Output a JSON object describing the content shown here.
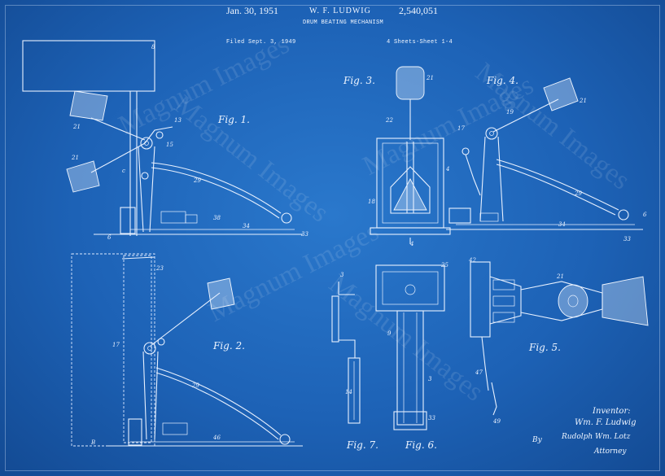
{
  "header": {
    "date": "Jan. 30, 1951",
    "inventor_name": "W. F. LUDWIG",
    "patent_number": "2,540,051",
    "title": "DRUM BEATING MECHANISM",
    "filed": "Filed Sept. 3, 1949",
    "sheets": "4 Sheets-Sheet 1-4"
  },
  "figures": {
    "fig1": "Fig. 1.",
    "fig2": "Fig. 2.",
    "fig3": "Fig. 3.",
    "fig4": "Fig. 4.",
    "fig5": "Fig. 5.",
    "fig6": "Fig. 6.",
    "fig7": "Fig. 7."
  },
  "signature": {
    "inventor_label": "Inventor:",
    "inventor": "Wm. F. Ludwig",
    "by": "By",
    "attorney_name": "Rudolph Wm. Lotz",
    "attorney_label": "Attorney"
  },
  "watermark": "Magnum Images"
}
